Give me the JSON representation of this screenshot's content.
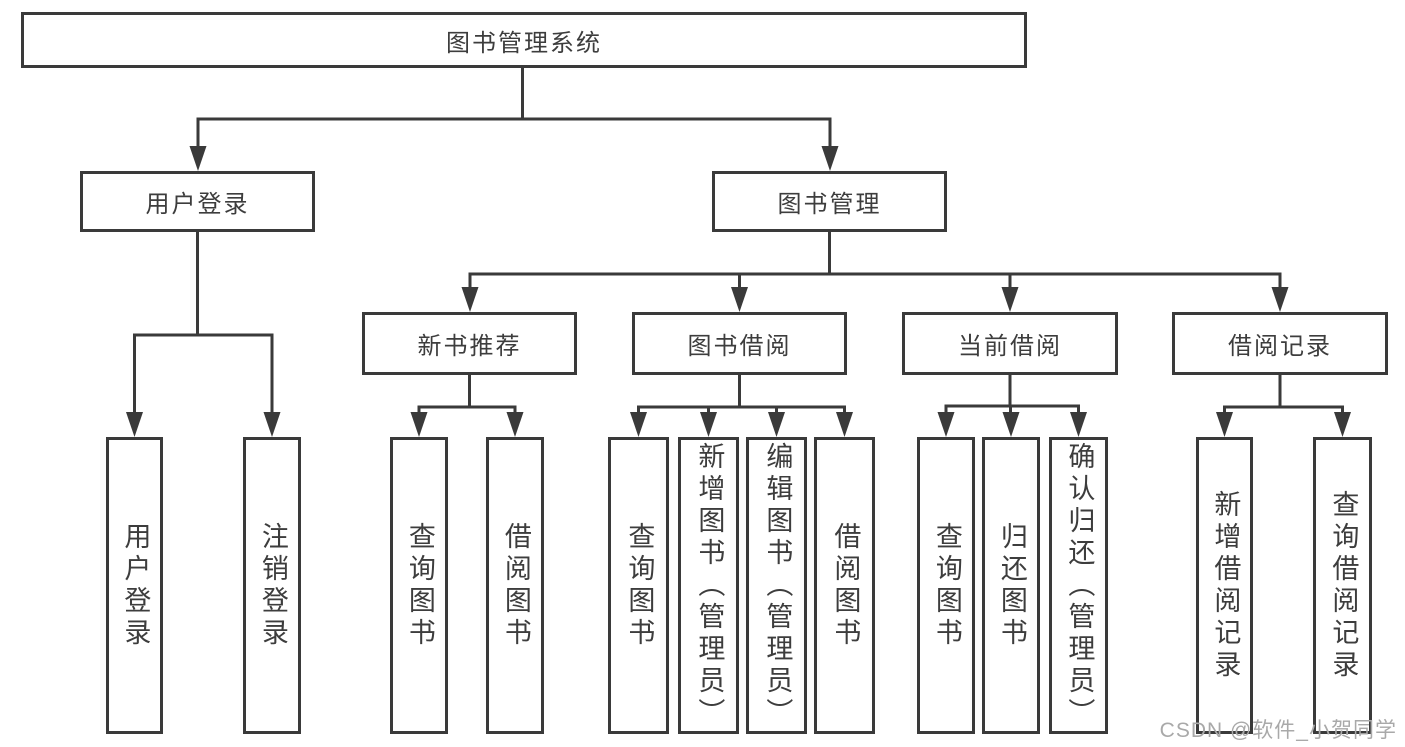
{
  "tree": {
    "root": "图书管理系统",
    "login": {
      "label": "用户登录",
      "children": [
        "用户登录",
        "注销登录"
      ]
    },
    "mgmt": {
      "label": "图书管理",
      "groups": [
        {
          "label": "新书推荐",
          "children": [
            "查询图书",
            "借阅图书"
          ]
        },
        {
          "label": "图书借阅",
          "children": [
            "查询图书",
            "新增图书（管理员）",
            "编辑图书（管理员）",
            "借阅图书"
          ]
        },
        {
          "label": "当前借阅",
          "children": [
            "查询图书",
            "归还图书",
            "确认归还（管理员）"
          ]
        },
        {
          "label": "借阅记录",
          "children": [
            "新增借阅记录",
            "查询借阅记录"
          ]
        }
      ]
    }
  },
  "watermark": "CSDN @软件_小贺同学",
  "colors": {
    "line": "#3a3a3a",
    "text": "#3d3d3d",
    "watermark": "#a9a9a9"
  }
}
